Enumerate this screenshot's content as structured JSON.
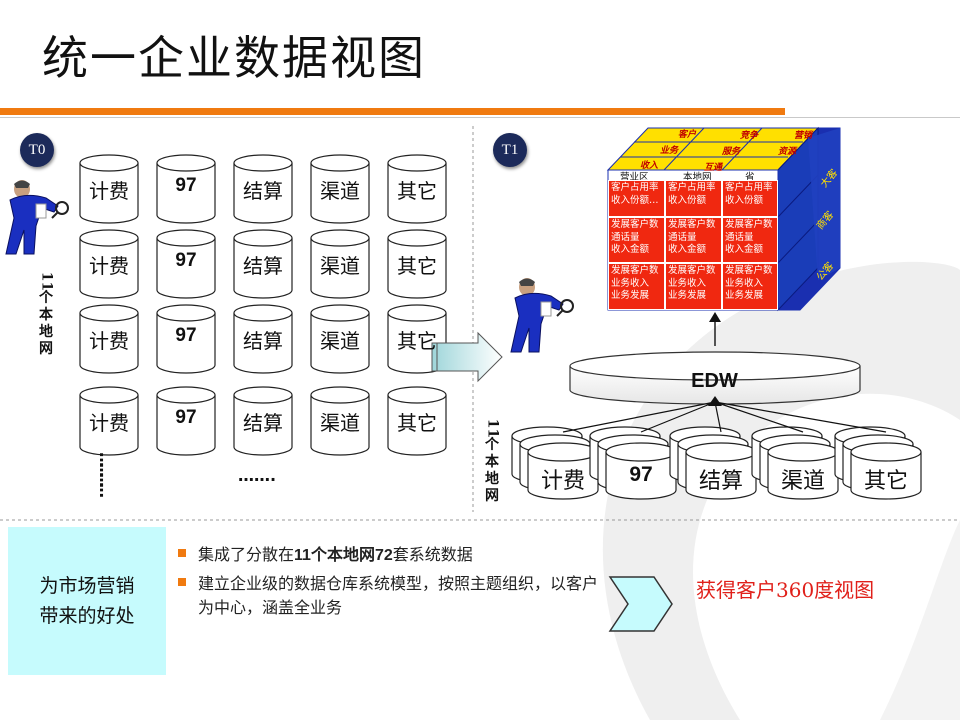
{
  "title": "统一企业数据视图",
  "t0": {
    "badge": "T0",
    "vertical_label": [
      "11",
      "个",
      "本",
      "地",
      "网"
    ],
    "db_labels": [
      "计费",
      "97",
      "结算",
      "渠道",
      "其它"
    ],
    "dots_left": "…",
    "dots_mid": "……."
  },
  "t1": {
    "badge": "T1",
    "vertical_label": [
      "11",
      "个",
      "本",
      "地",
      "网"
    ],
    "db_labels": [
      "计费",
      "97",
      "结算",
      "渠道",
      "其它"
    ],
    "edw": "EDW"
  },
  "cube": {
    "top_band_back": [
      "客户",
      "竞争",
      "营销"
    ],
    "top_band_mid": [
      "业务",
      "服务",
      "资源"
    ],
    "top_band_front": [
      "收入",
      "互通"
    ],
    "columns": [
      "营业区",
      "本地网",
      "省"
    ],
    "side_labels": [
      "大客",
      "商客",
      "公客"
    ],
    "rows": [
      [
        "客户占用率\n收入份额…",
        "客户占用率\n收入份额",
        "客户占用率\n收入份额"
      ],
      [
        "发展客户数\n通话量\n收入金额",
        "发展客户数\n通话量\n收入金额",
        "发展客户数\n通话量\n收入金额"
      ],
      [
        "发展客户数\n业务收入\n业务发展",
        "发展客户数\n业务收入\n业务发展",
        "发展客户数\n业务收入\n业务发展"
      ]
    ]
  },
  "benefits": {
    "box_line1": "为市场营销",
    "box_line2": "带来的好处",
    "bullets": [
      {
        "pre": "集成了分散在",
        "bold": "11",
        "mid": "个本地网",
        "bold2": "72",
        "post": "套系统数据"
      },
      {
        "text": "建立企业级的数据仓库系统模型，按照主题组织，以客户为中心，涵盖全业务"
      }
    ],
    "result": "获得客户360度视图"
  },
  "colors": {
    "accent_orange": "#f07a10",
    "cube_cell_red": "#f02810",
    "cube_yellow": "#ffe000",
    "cube_blue": "#1a2fb0",
    "benefit_box": "#c6fbfd",
    "result_red": "#e0201a",
    "badge_navy": "#1c2a5a"
  }
}
